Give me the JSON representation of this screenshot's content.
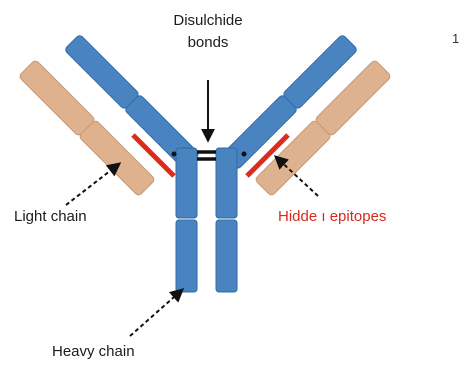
{
  "labels": {
    "disulphide_line1": "Disulchide",
    "disulphide_line2": "bonds",
    "light_chain": "Light chain",
    "hidden_epitopes": "Hidde ı epitopes",
    "heavy_chain": "Heavy chain",
    "corner_mark": "1"
  },
  "colors": {
    "heavy_chain": "#4a84c0",
    "heavy_chain_edge": "#2f6aa6",
    "light_chain": "#dfb28f",
    "light_chain_edge": "#c99874",
    "epitope": "#e02a1b",
    "hidden_label": "#d8291c",
    "bond": "#111111",
    "arrow": "#111111"
  }
}
